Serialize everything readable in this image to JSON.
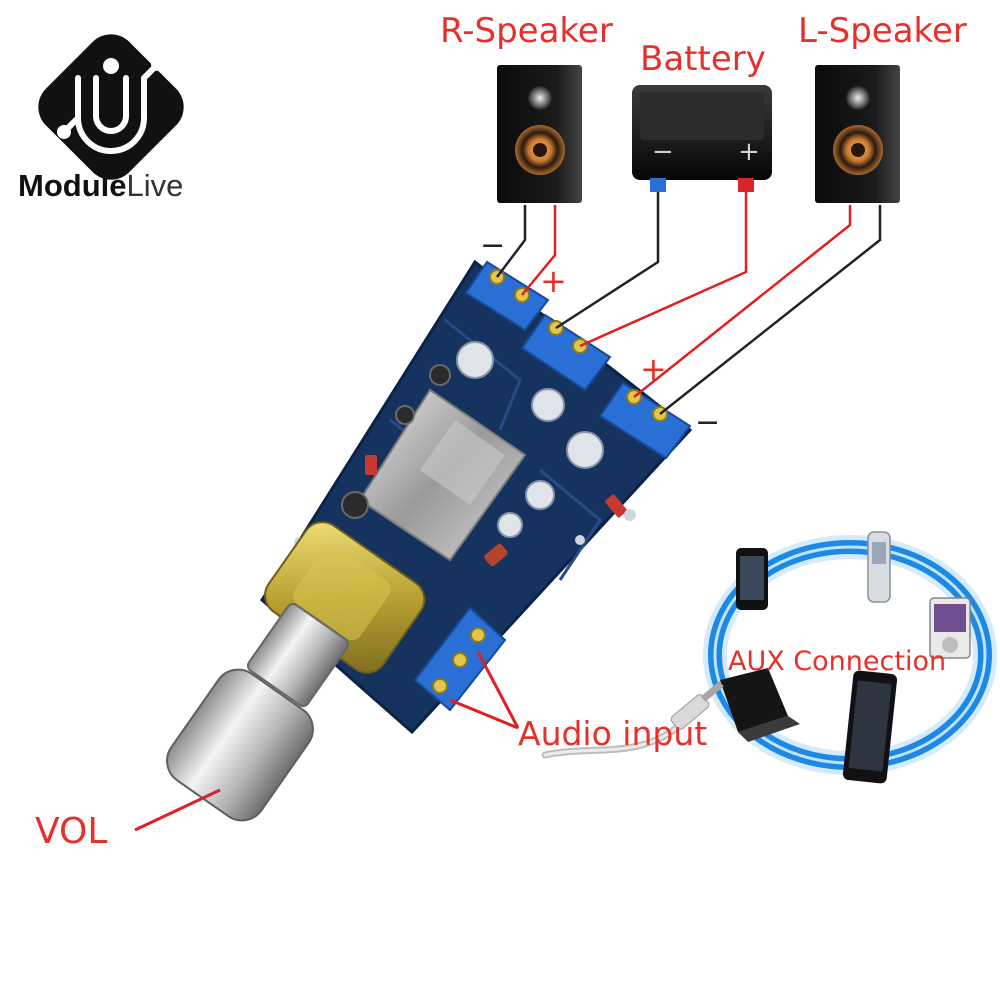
{
  "brand": {
    "name_part1": "Module",
    "name_part2": "Live",
    "logo_icon": "circuit-u-icon"
  },
  "labels": {
    "r_speaker": "R-Speaker",
    "battery": "Battery",
    "l_speaker": "L-Speaker",
    "audio_input": "Audio input",
    "aux_connection": "AUX Connection",
    "vol": "VOL",
    "plus": "+",
    "minus": "−"
  },
  "battery_marks": {
    "negative": "−",
    "positive": "+"
  },
  "colors": {
    "label_red": "#e8302a",
    "wire_red": "#e02020",
    "wire_black": "#222222",
    "pcb_blue": "#16335f",
    "terminal_blue": "#2a6fd6",
    "aux_ring_blue": "#1e88e5"
  }
}
